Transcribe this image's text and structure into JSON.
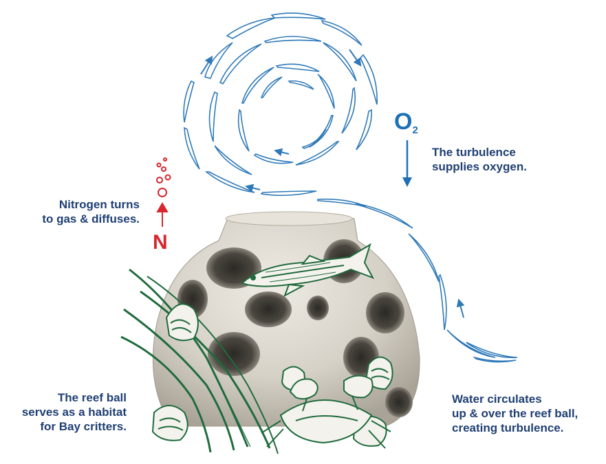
{
  "o2": {
    "letter": "O",
    "subscript": "2"
  },
  "nitrogen_symbol": "N",
  "labels": {
    "turbulence": [
      "The turbulence",
      "supplies oxygen."
    ],
    "nitrogen": [
      "Nitrogen turns",
      "to gas & diffuses."
    ],
    "habitat": [
      "The reef ball",
      "serves as a habitat",
      "for Bay critters."
    ],
    "water": [
      "Water circulates",
      "up & over the reef ball,",
      "creating turbulence."
    ]
  },
  "colors": {
    "label_text": "#1f3f73",
    "water_swirl": "#2f79b8",
    "oxygen": "#1e6fb5",
    "nitrogen": "#d7262e",
    "reef_ball": "#d8d4cb",
    "sea_life": "#1f6b3d"
  },
  "icons": [
    "water-swirl-icon",
    "oxygen-arrow-icon",
    "nitrogen-bubbles-icon",
    "reef-ball-icon",
    "fish-icon",
    "crab-icon",
    "oyster-icon",
    "seagrass-icon"
  ]
}
